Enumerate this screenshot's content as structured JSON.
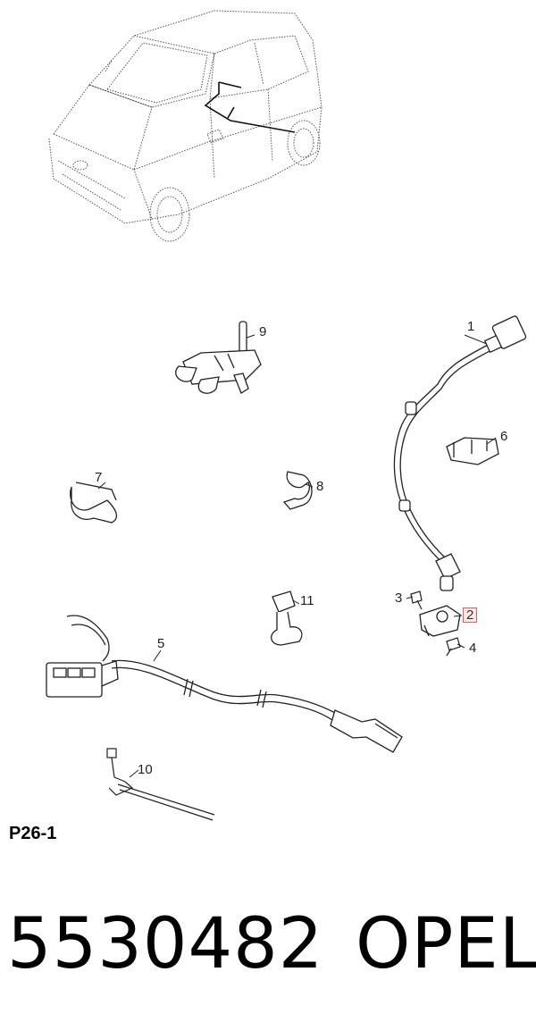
{
  "callouts": [
    {
      "id": "1",
      "label": "1"
    },
    {
      "id": "2",
      "label": "2",
      "highlighted": true
    },
    {
      "id": "3",
      "label": "3"
    },
    {
      "id": "4",
      "label": "4"
    },
    {
      "id": "5",
      "label": "5"
    },
    {
      "id": "6",
      "label": "6"
    },
    {
      "id": "7",
      "label": "7"
    },
    {
      "id": "8",
      "label": "8"
    },
    {
      "id": "9",
      "label": "9"
    },
    {
      "id": "10",
      "label": "10"
    },
    {
      "id": "11",
      "label": "11"
    }
  ],
  "page_code": "P26-1",
  "part_number": "5530482",
  "brand": "OPEL",
  "colors": {
    "highlight_border": "#e06060",
    "highlight_fill": "#ffe9e9",
    "line": "#222222"
  }
}
